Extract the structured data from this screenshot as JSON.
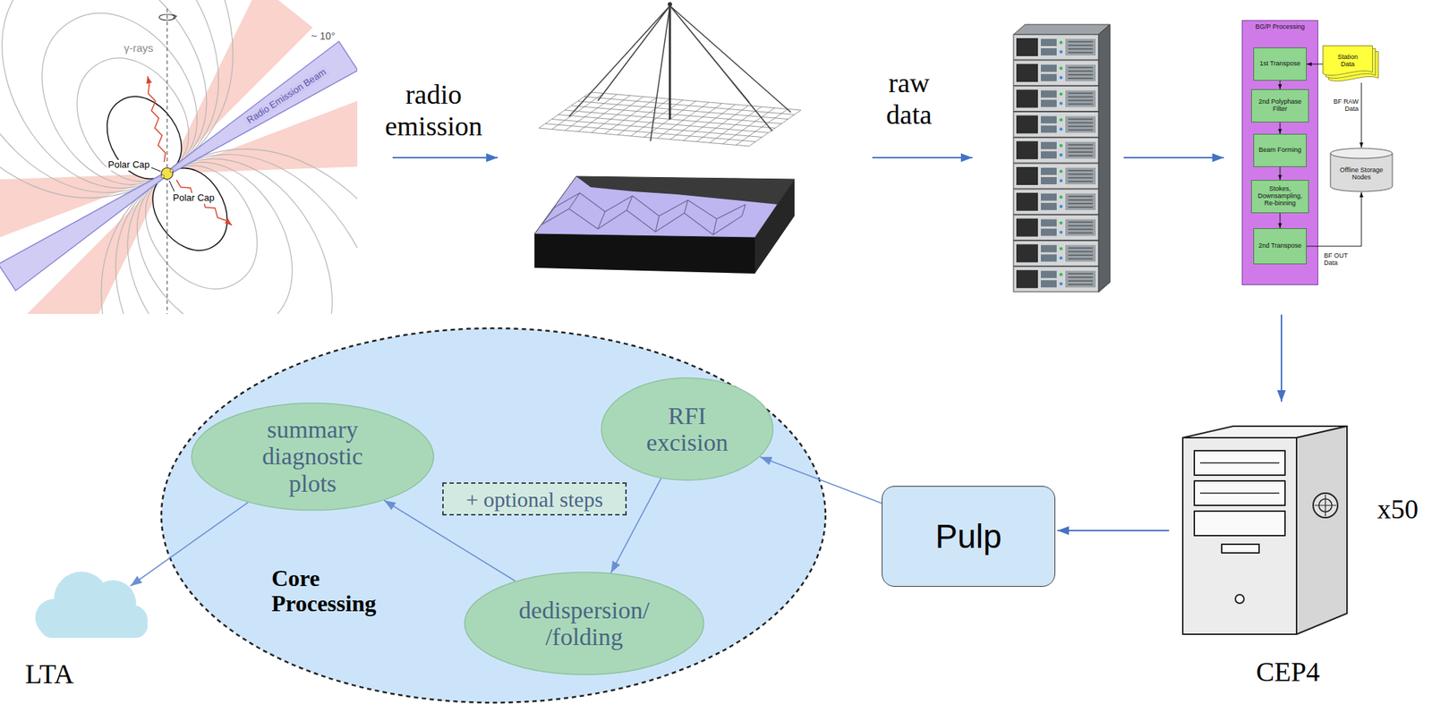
{
  "diagram": {
    "nodes": [
      {
        "text": [
          "BG/P Processing"
        ]
      },
      {
        "text": [
          "1st Transpose"
        ],
        "in": 0
      },
      {
        "text": [
          "2nd Polyphase Filter"
        ],
        "in": 0
      },
      {
        "text": [
          "Beam Forming"
        ],
        "in": 0
      },
      {
        "text": [
          "Stokes, Downsampling, Re-binning"
        ],
        "in": 0
      },
      {
        "text": [
          "2nd Transpose"
        ],
        "in": 0
      },
      {
        "text": [
          "Station Data"
        ]
      },
      {
        "text": [
          "Offline Storage Nodes"
        ]
      },
      {
        "text": [
          "Core Processing"
        ]
      },
      {
        "text": [
          "summary diagnostic plots"
        ],
        "in": 8
      },
      {
        "text": [
          "RFI excision"
        ],
        "in": 8
      },
      {
        "text": [
          "+ optional steps"
        ],
        "in": 8
      },
      {
        "text": [
          "dedispersion/ /folding"
        ],
        "in": 8
      },
      {
        "text": [
          "Pulp"
        ]
      },
      {
        "text": [
          "LTA"
        ]
      }
    ],
    "edges": [
      {
        "from": 6,
        "to": 1,
        "arrow": "to"
      },
      {
        "from": 1,
        "to": 2,
        "arrow": "to"
      },
      {
        "from": 2,
        "to": 3,
        "arrow": "to"
      },
      {
        "from": 3,
        "to": 4,
        "arrow": "to"
      },
      {
        "from": 4,
        "to": 5,
        "arrow": "to"
      },
      {
        "from": 6,
        "to": 7,
        "label": "BF RAW Data",
        "arrow": "to"
      },
      {
        "from": 5,
        "to": 7,
        "label": "BF OUT Data",
        "arrow": "to"
      },
      {
        "from": 13,
        "to": 10,
        "arrow": "to"
      },
      {
        "from": 10,
        "to": 12,
        "arrow": "to"
      },
      {
        "from": 12,
        "to": 9,
        "arrow": "to"
      },
      {
        "from": 9,
        "to": 14,
        "arrow": "to"
      }
    ],
    "labels": [
      "γ-rays",
      "Polar Cap",
      "Polar Cap",
      "Radio Emission Beam",
      "~ 10°",
      "radio emission",
      "raw data",
      "x50",
      "CEP4"
    ]
  }
}
